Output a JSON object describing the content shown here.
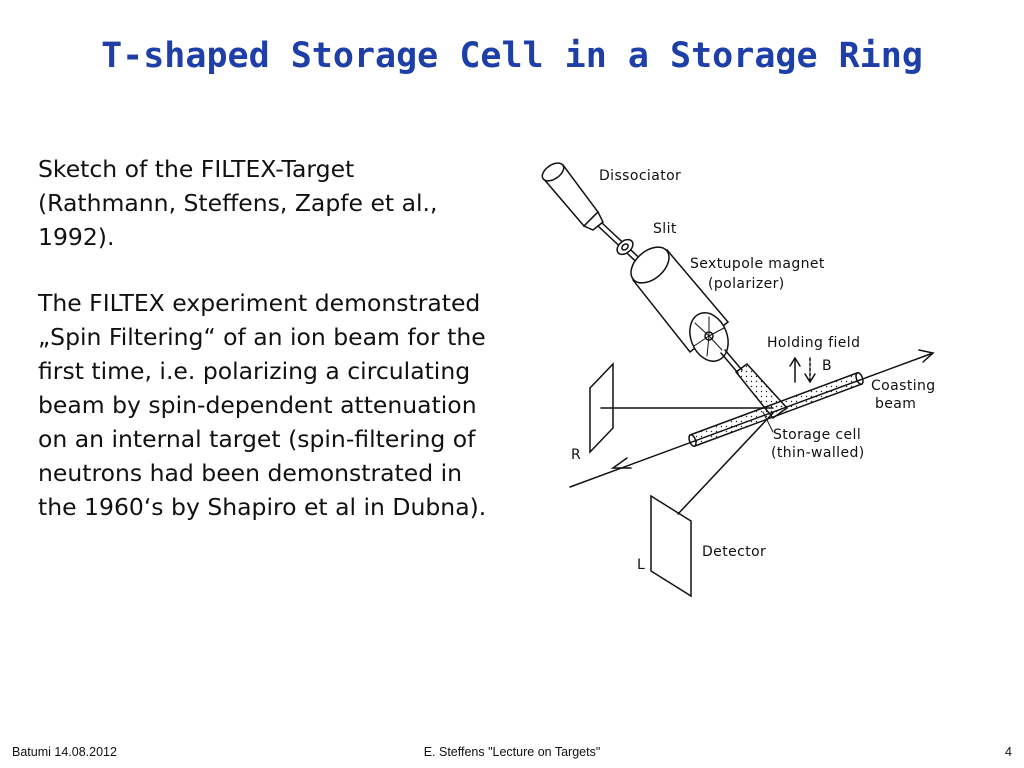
{
  "slide": {
    "title": "T-shaped Storage Cell in a Storage Ring",
    "title_color": "#1f3fa8",
    "paragraphs": [
      "Sketch of the FILTEX-Target (Rathmann, Steffens, Zapfe et al., 1992).",
      "The FILTEX experiment demonstrated „Spin Filtering“ of an ion beam for the first time, i.e. polarizing a circulating beam by spin-dependent attenuation on an internal target (spin-filtering of neutrons had been demonstrated in the 1960‘s by Shapiro et al in Dubna)."
    ]
  },
  "diagram": {
    "labels": {
      "dissociator": "Dissociator",
      "slit": "Slit",
      "sextupole_magnet": "Sextupole magnet",
      "polarizer": "(polarizer)",
      "holding_field": "Holding field",
      "field_b": "B",
      "coasting": "Coasting",
      "beam": "beam",
      "storage_cell": "Storage cell",
      "thin_walled": "(thin-walled)",
      "r": "R",
      "detector": "Detector",
      "l": "L"
    }
  },
  "footer": {
    "left": "Batumi 14.08.2012",
    "center": "E. Steffens  \"Lecture on Targets\"",
    "right": "4"
  }
}
